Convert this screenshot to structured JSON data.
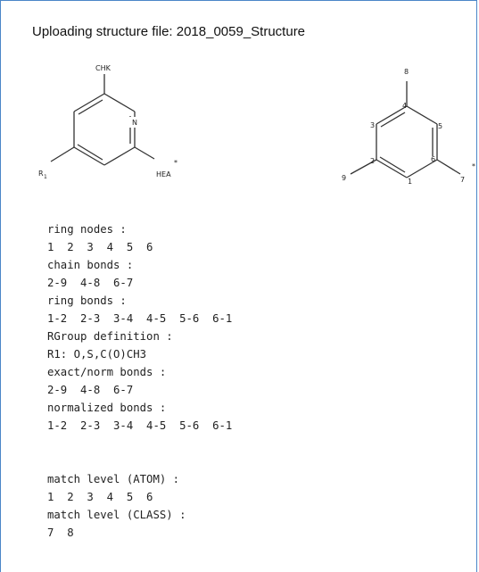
{
  "title": "Uploading structure file: 2018_0059_Structure",
  "left_structure": {
    "labels": {
      "top": "CHK",
      "ring_n": "N",
      "bottom_right": "HEA",
      "star": "*",
      "rgroup": "R",
      "rgroup_sub": "1"
    }
  },
  "right_structure": {
    "node_labels": [
      "1",
      "2",
      "3",
      "4",
      "5",
      "6",
      "7",
      "8",
      "9"
    ],
    "star": "*"
  },
  "report": {
    "lines_a": [
      "ring nodes :",
      "1  2  3  4  5  6",
      "chain bonds :",
      "2-9  4-8  6-7",
      "ring bonds :",
      "1-2  2-3  3-4  4-5  5-6  6-1",
      "RGroup definition :",
      "R1: O,S,C(O)CH3",
      "exact/norm bonds :",
      "2-9  4-8  6-7",
      "normalized bonds :",
      "1-2  2-3  3-4  4-5  5-6  6-1"
    ],
    "lines_b": [
      "match level (ATOM) :",
      "1  2  3  4  5  6",
      "match level (CLASS) :",
      "7  8"
    ]
  }
}
